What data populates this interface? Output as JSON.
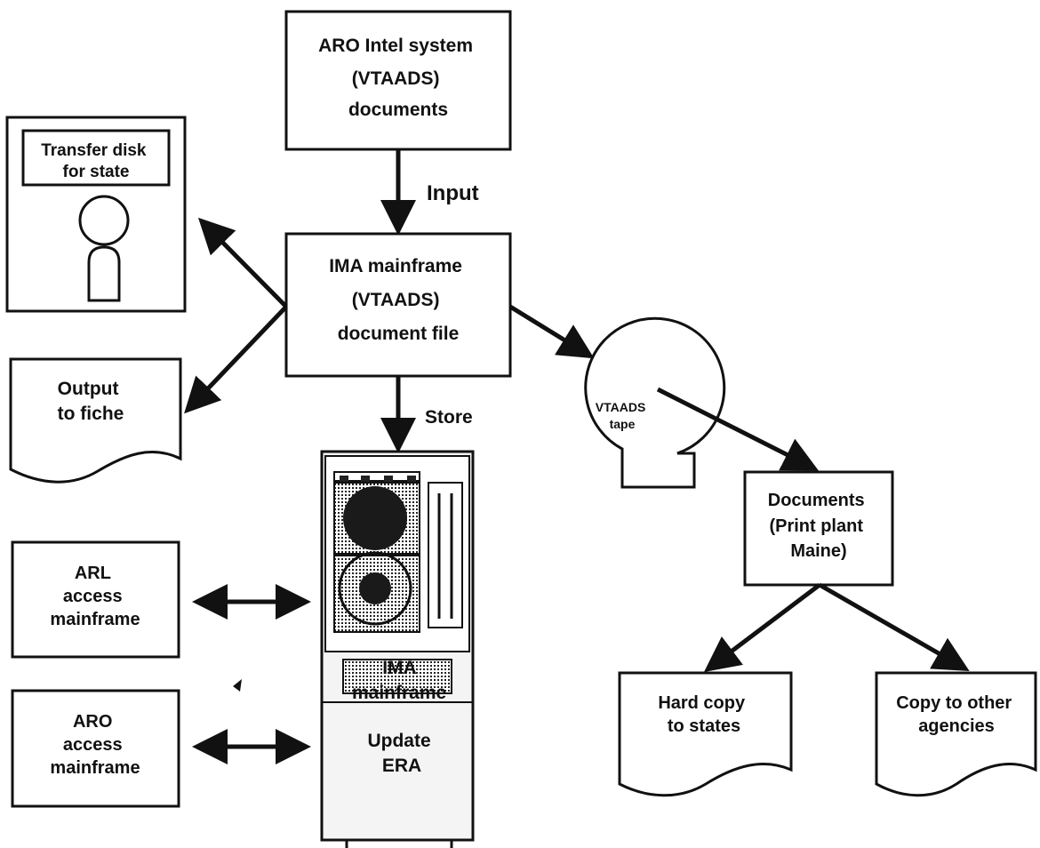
{
  "diagram": {
    "aro_intel": [
      "ARO Intel system",
      "(VTAADS)",
      "documents"
    ],
    "input_label": "Input",
    "ima_docfile": [
      "IMA mainframe",
      "(VTAADS)",
      "document file"
    ],
    "transfer_disk": [
      "Transfer disk",
      "for state"
    ],
    "output_fiche": [
      "Output",
      "to fiche"
    ],
    "store_label": "Store",
    "vtaads_tape": [
      "VTAADS",
      "tape"
    ],
    "documents_print": [
      "Documents",
      "(Print plant",
      "Maine)"
    ],
    "arl_access": [
      "ARL",
      "access",
      "mainframe"
    ],
    "aro_access": [
      "ARO",
      "access",
      "mainframe"
    ],
    "ima_update": [
      "IMA",
      "mainframe",
      "",
      "Update",
      "ERA"
    ],
    "hard_copy": [
      "Hard copy",
      "to states"
    ],
    "copy_other": [
      "Copy to other",
      "agencies"
    ]
  }
}
